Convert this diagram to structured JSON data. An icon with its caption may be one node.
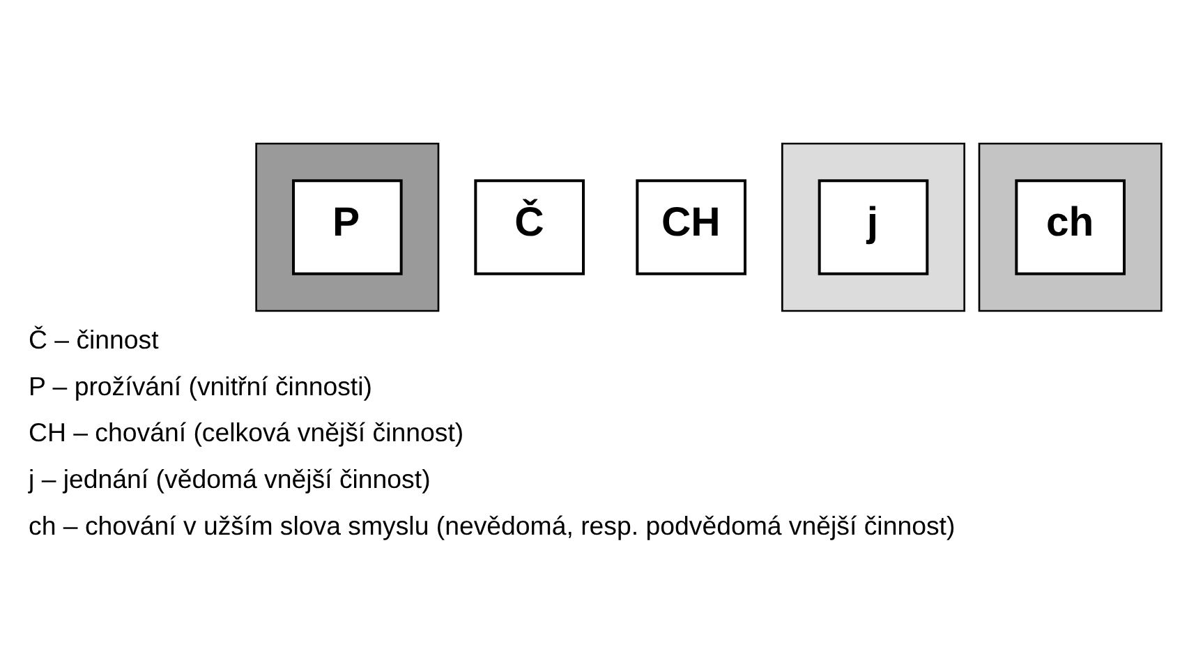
{
  "diagram": {
    "nodes": [
      {
        "text": [],
        "shape": "box"
      },
      {
        "text": [],
        "shape": "box"
      },
      {
        "text": [],
        "shape": "box"
      },
      {
        "text": [
          "P"
        ],
        "in": 0
      },
      {
        "text": [
          "Č"
        ]
      },
      {
        "text": [
          "CH"
        ]
      },
      {
        "text": [
          "j"
        ],
        "in": 1
      },
      {
        "text": [
          "ch"
        ],
        "in": 2
      }
    ],
    "labels": [
      "Č – činnost",
      "P – prožívání (vnitřní činnosti)",
      "CH – chování (celková vnější činnost)",
      "j – jednání (vědomá vnější činnost)",
      "ch – chování v užším slova smyslu (nevědomá, resp. podvědomá vnější činnost)"
    ]
  }
}
